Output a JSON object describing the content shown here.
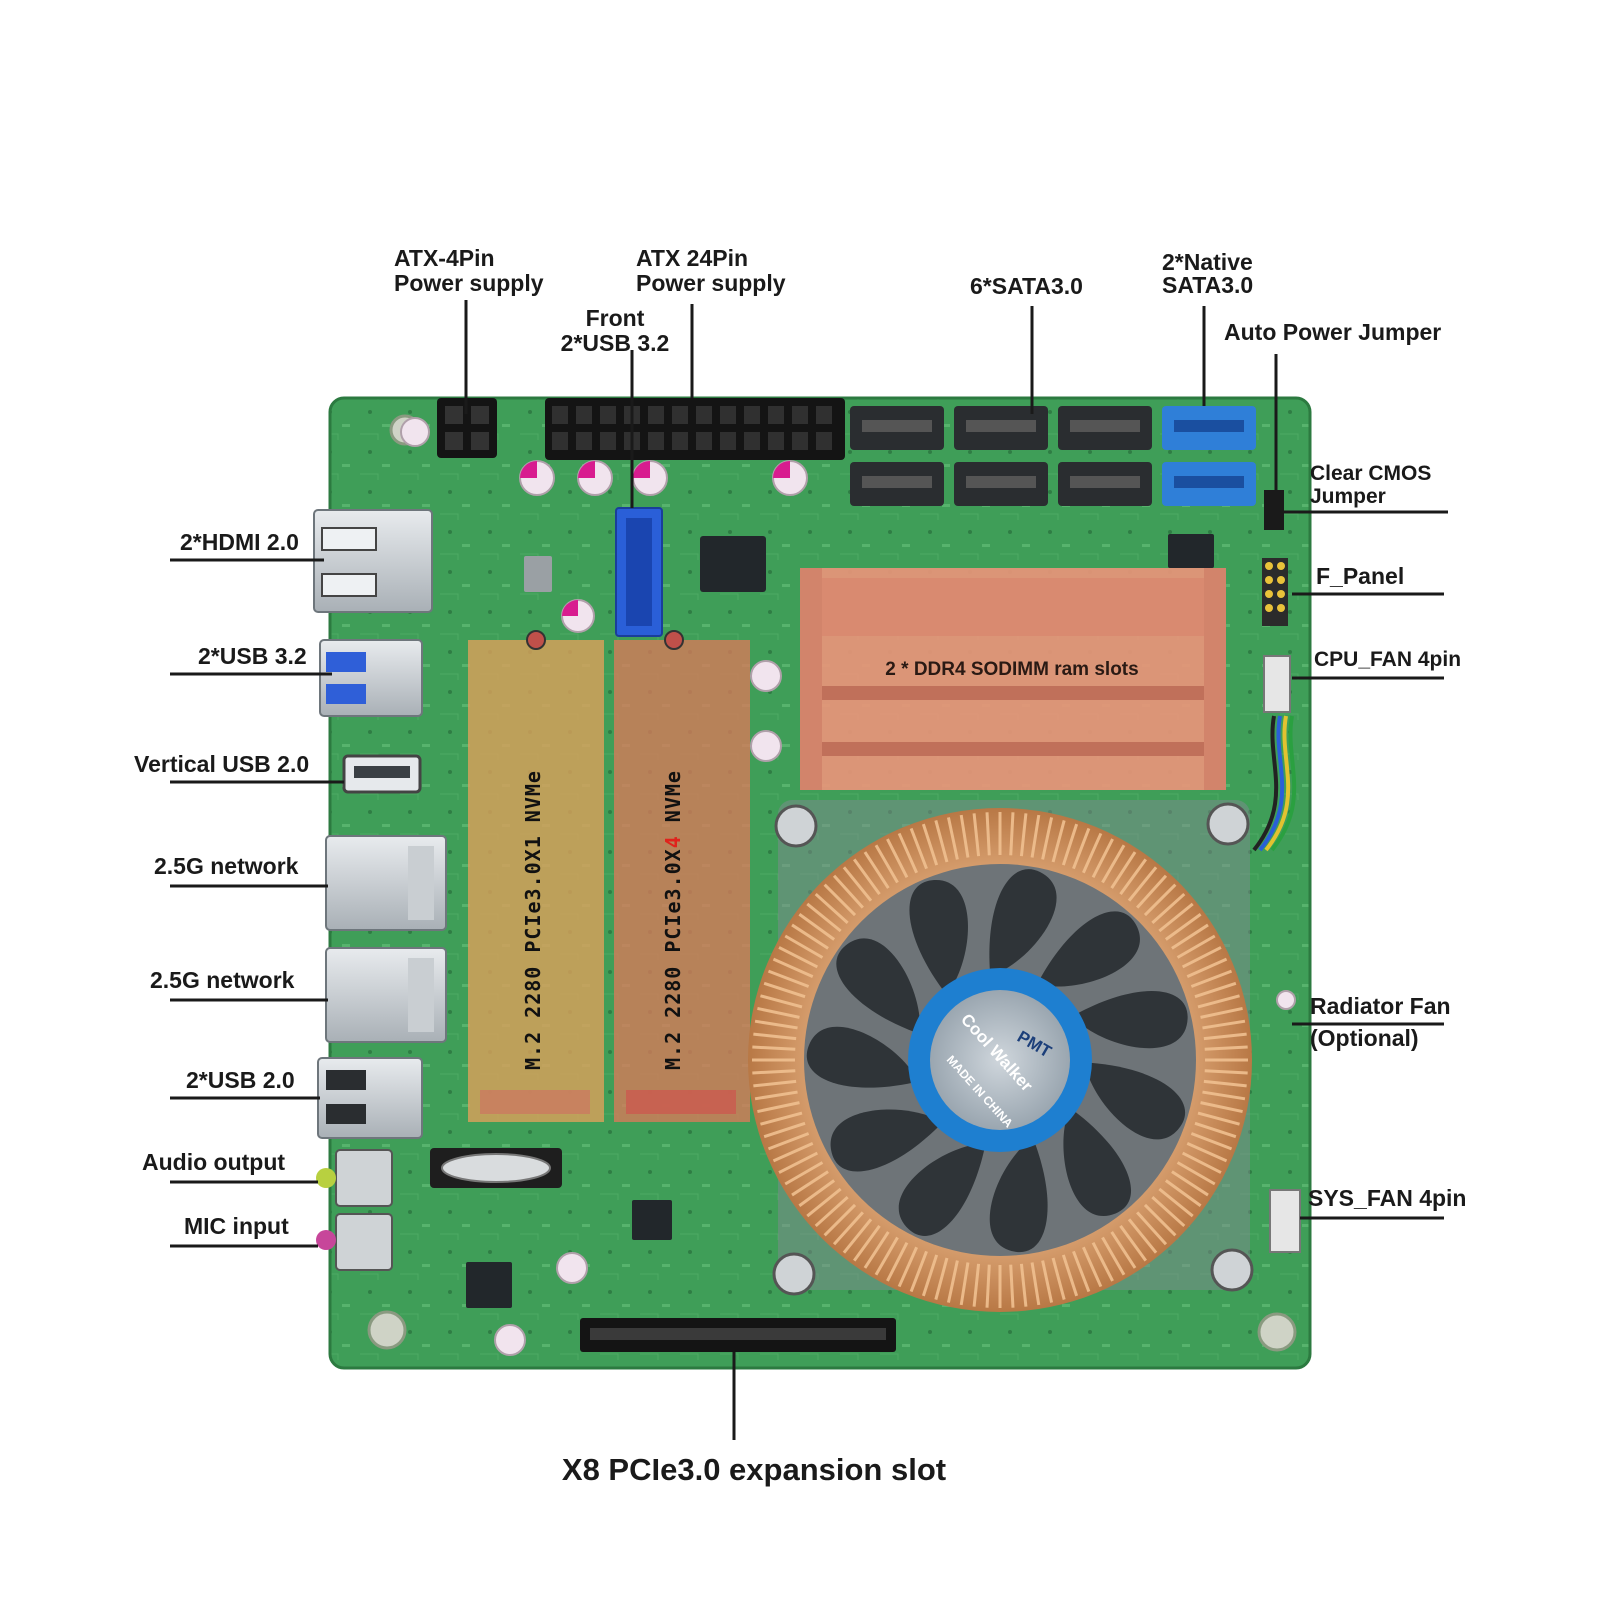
{
  "labels": {
    "atx4": [
      "ATX-4Pin",
      "Power supply"
    ],
    "atx24": [
      "ATX 24Pin",
      "Power supply"
    ],
    "front_usb": [
      "Front",
      "2*USB 3.2"
    ],
    "sata6": "6*SATA3.0",
    "native_sata": [
      "2*Native",
      "SATA3.0"
    ],
    "auto_power": "Auto Power Jumper",
    "clear_cmos": [
      "Clear CMOS",
      "Jumper"
    ],
    "f_panel": "F_Panel",
    "cpu_fan": "CPU_FAN 4pin",
    "radiator_fan": [
      "Radiator Fan",
      "(Optional)"
    ],
    "sys_fan": "SYS_FAN 4pin",
    "hdmi": "2*HDMI 2.0",
    "usb32": "2*USB 3.2",
    "vusb20": "Vertical USB 2.0",
    "net1": "2.5G network",
    "net2": "2.5G network",
    "usb20": "2*USB 2.0",
    "audio_out": "Audio output",
    "mic_in": "MIC input",
    "pcie_slot": "X8 PCIe3.0 expansion slot"
  },
  "board_text": {
    "m2_slot1": {
      "pre": "M.2 2280 PCIe3.0X",
      "lane": "1",
      "post": " NVMe"
    },
    "m2_slot2": {
      "pre": "M.2 2280 PCIe3.0X",
      "lane": "4",
      "post": " NVMe"
    },
    "ram": "2 * DDR4 SODIMM ram slots",
    "fan_brand": "Cool Walker",
    "fan_logo": "PMT",
    "fan_made": "MADE IN CHINA"
  },
  "colors": {
    "pcb": "#3fa05a",
    "m2_overlay": "#d9a05a",
    "m2_overlay2": "#d97a5a",
    "ram_overlay": "#e8957a",
    "copper": "#c98a5a",
    "fan_blade": "#2f3438",
    "fan_hub": "#1e7fd0",
    "sata_black": "#2a2d30",
    "sata_blue": "#2f7fd8",
    "usb_header_blue": "#2a5fd8"
  }
}
